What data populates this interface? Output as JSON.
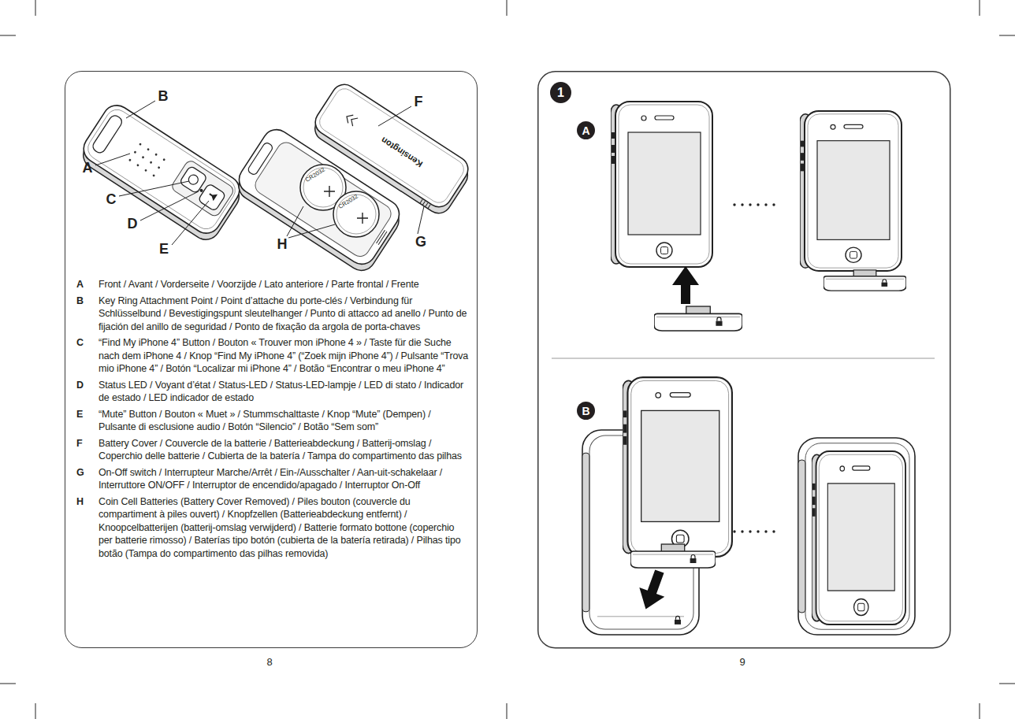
{
  "diagram": {
    "nodes": [
      {
        "text": [
          "A",
          "Front / Avant / Vorderseite / Voorzijde / Lato anteriore / Parte frontal / Frente",
          "B",
          "Key Ring Attachment Point / Point d’attache du porte-clés / Verbindung für Schlüsselbund / Bevestigingspunt sleutelhanger / Punto di attacco ad anello / Punto de fijación del anillo de seguridad / Ponto de fixação da argola de porta-chaves",
          "C",
          "“Find My iPhone 4” Button / Bouton « Trouver mon iPhone 4 » / Taste für die Suche nach dem iPhone 4 / Knop “Find My iPhone 4” (“Zoek mijn iPhone 4”) / Pulsante “Trova mio iPhone 4” / Botón “Localizar mi iPhone 4” / Botão “Encontrar o meu iPhone 4”",
          "D",
          "Status LED / Voyant d’état / Status-LED / Status-LED-lampje / LED di stato / Indicador de estado / LED indicador de estado",
          "E",
          "“Mute” Button / Bouton « Muet » / Stummschalttaste / Knop “Mute” (Dempen) / Pulsante di esclusione audio / Botón “Silencio” / Botão “Sem som”",
          "F",
          "Battery Cover / Couvercle de la batterie / Batterieabdeckung / Batterij-omslag / Coperchio delle batterie / Cubierta de la batería / Tampa do compartimento das pilhas",
          "G",
          "On-Off switch / Interrupteur Marche/Arrêt / Ein-/Ausschalter / Aan-uit-schakelaar / Interruttore ON/OFF / Interruptor de encendido/apagado / Interruptor On-Off",
          "H",
          "Coin Cell Batteries (Battery Cover Removed) / Piles bouton (couvercle du compartiment à piles ouvert) / Knopfzellen (Batterieabdeckung entfernt) / Knoopcelbatterijen (batterij-omslag verwijderd) / Batterie formato bottone (coperchio per batterie rimosso) / Baterías tipo botón (cubierta de la batería retirada) / Pilhas tipo botão (Tampa do compartimento das pilhas removida)"
        ]
      },
      {
        "text": [
          "1"
        ]
      },
      {
        "text": [
          "A"
        ]
      },
      {
        "text": [
          "B"
        ]
      }
    ],
    "labels": [
      "B",
      "A",
      "C",
      "D",
      "E",
      "F",
      "H",
      "G",
      "CR2032",
      "CR2032",
      "Kensington",
      "8",
      "9"
    ]
  }
}
